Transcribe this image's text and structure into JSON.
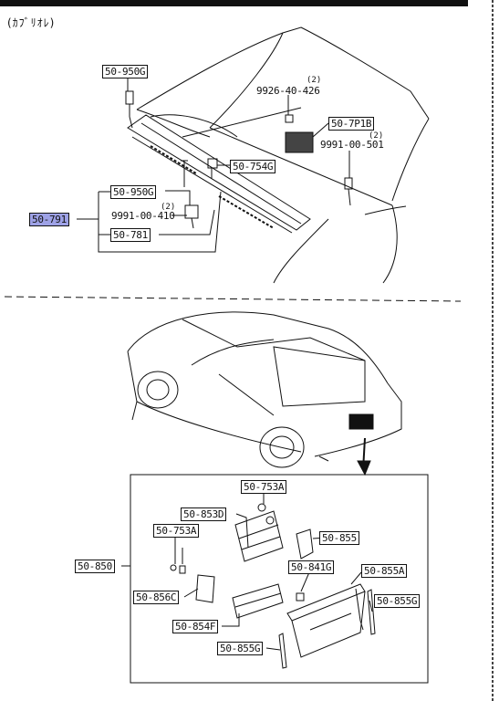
{
  "header_note": "(ｶﾌﾞﾘｵﾚ)",
  "top_section": {
    "labels": {
      "l_50_950G_a": "50-950G",
      "l_9926": "9926-40-426",
      "q_9926": "(2)",
      "l_50_7P1B": "50-7P1B",
      "l_9991_501": "9991-00-501",
      "q_9991_501": "(2)",
      "l_50_754G": "50-754G",
      "l_50_950G_b": "50-950G",
      "l_50_791": "50-791",
      "l_9991_410": "9991-00-410",
      "q_9991_410": "(2)",
      "l_50_781": "50-781"
    },
    "highlight_color": "#9ea2e6"
  },
  "bottom_section": {
    "labels": {
      "l_50_753A_a": "50-753A",
      "l_50_853D": "50-853D",
      "l_50_855": "50-855",
      "l_50_753A_b": "50-753A",
      "l_50_850": "50-850",
      "l_50_841G": "50-841G",
      "l_50_855A": "50-855A",
      "l_50_856C": "50-856C",
      "l_50_855G_a": "50-855G",
      "l_50_854F": "50-854F",
      "l_50_855G_b": "50-855G"
    }
  }
}
